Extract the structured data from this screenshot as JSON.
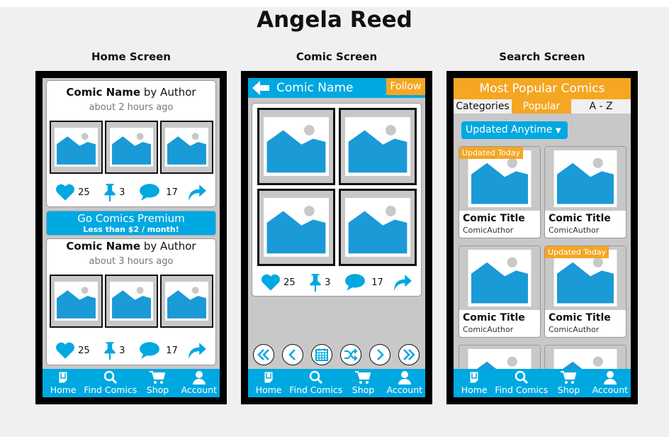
{
  "title": "Angela Reed",
  "screens": {
    "home": "Home Screen",
    "comic": "Comic Screen",
    "search": "Search Screen"
  },
  "colors": {
    "blue": "#00a8e1",
    "orange": "#f5a623",
    "gray": "#c8c8c8"
  },
  "home": {
    "posts": [
      {
        "name": "Comic Name",
        "by": "by Author",
        "time": "about 2 hours ago",
        "likes": "25",
        "pins": "3",
        "comments": "17"
      },
      {
        "name": "Comic Name",
        "by": "by Author",
        "time": "about 3 hours ago",
        "likes": "25",
        "pins": "3",
        "comments": "17"
      }
    ],
    "premium": {
      "title": "Go Comics Premium",
      "sub": "Less than $2 /  month!"
    }
  },
  "comic": {
    "title": "Comic Name",
    "follow": "Follow",
    "likes": "25",
    "pins": "3",
    "comments": "17",
    "controls": [
      "first-icon",
      "previous-icon",
      "calendar-icon",
      "shuffle-icon",
      "next-icon",
      "last-icon"
    ]
  },
  "search": {
    "header": "Most Popular Comics",
    "tabs": [
      "Categories",
      "Popular",
      "A - Z"
    ],
    "active_tab": "Popular",
    "filter": "Updated Anytime",
    "badge": "Updated Today",
    "cards": [
      {
        "title": "Comic Title",
        "author": "ComicAuthor",
        "updated": true
      },
      {
        "title": "Comic Title",
        "author": "ComicAuthor",
        "updated": false
      },
      {
        "title": "Comic Title",
        "author": "ComicAuthor",
        "updated": false
      },
      {
        "title": "Comic Title",
        "author": "ComicAuthor",
        "updated": true
      }
    ]
  },
  "nav": [
    "Home",
    "Find Comics",
    "Shop",
    "Account"
  ]
}
